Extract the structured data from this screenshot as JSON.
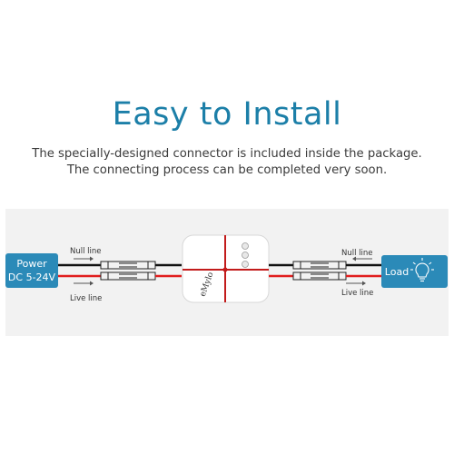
{
  "title": "Easy to Install",
  "subtitle_line1": "The specially-designed connector is included inside the package.",
  "subtitle_line2": "The connecting process can be completed very soon.",
  "power_box": {
    "line1": "Power",
    "line2": "DC 5-24V"
  },
  "load_box": {
    "label": "Load"
  },
  "left_labels": {
    "null": "Null line",
    "live": "Live line"
  },
  "right_labels": {
    "null": "Null line",
    "live": "Live line"
  },
  "device_logo": "eMylo",
  "icons": [
    "bulb-icon",
    "arrow-icon"
  ],
  "colors": {
    "accent": "#1c7fa8",
    "box": "#2b8ab8",
    "live_wire": "#e11e1e",
    "null_wire": "#111111"
  }
}
